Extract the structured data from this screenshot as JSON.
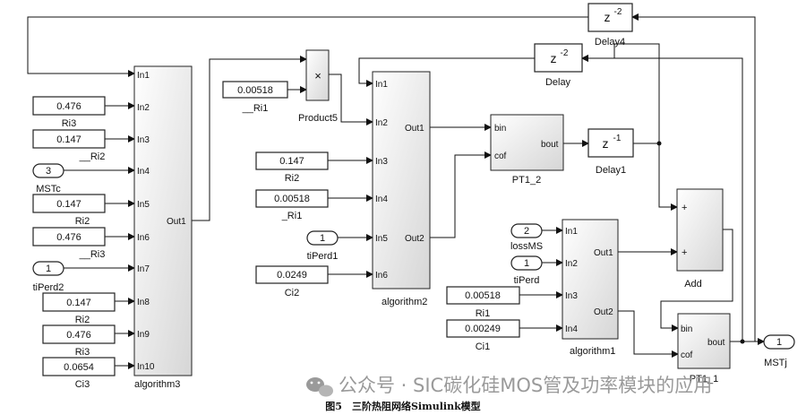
{
  "blocks": {
    "algorithm3": {
      "name": "algorithm3",
      "inports": [
        "In1",
        "In2",
        "In3",
        "In4",
        "In5",
        "In6",
        "In7",
        "In8",
        "In9",
        "In10"
      ],
      "outport": "Out1"
    },
    "algorithm2": {
      "name": "algorithm2",
      "inports": [
        "In1",
        "In2",
        "In3",
        "In4",
        "In5",
        "In6"
      ],
      "outports": [
        "Out1",
        "Out2"
      ]
    },
    "algorithm1": {
      "name": "algorithm1",
      "inports": [
        "In1",
        "In2",
        "In3",
        "In4"
      ],
      "outports": [
        "Out1",
        "Out2"
      ]
    },
    "pt1_2": {
      "name": "PT1_2",
      "inports": [
        "bin",
        "cof"
      ],
      "outport": "bout"
    },
    "pt1_1": {
      "name": "PT1_1",
      "inports": [
        "bin",
        "cof"
      ],
      "outport": "bout"
    },
    "product5": {
      "name": "Product5",
      "symbol": "×"
    },
    "add": {
      "name": "Add",
      "signs": [
        "+",
        "+"
      ]
    },
    "delay4": {
      "name": "Delay4",
      "base": "z",
      "exp": "-2"
    },
    "delay": {
      "name": "Delay",
      "base": "z",
      "exp": "-2"
    },
    "delay1": {
      "name": "Delay1",
      "base": "z",
      "exp": "-1"
    }
  },
  "constants": {
    "ri3_a": {
      "value": "0.476",
      "label": "Ri3"
    },
    "ri2_a": {
      "value": "0.147",
      "label": "__Ri2"
    },
    "ri2_b": {
      "value": "0.147",
      "label": "Ri2"
    },
    "ri3_b": {
      "value": "0.476",
      "label": "__Ri3"
    },
    "ri2_c": {
      "value": "0.147",
      "label": "Ri2"
    },
    "ri3_c": {
      "value": "0.476",
      "label": "Ri3"
    },
    "ci3": {
      "value": "0.0654",
      "label": "Ci3"
    },
    "ri1_a": {
      "value": "0.00518",
      "label": "__Ri1"
    },
    "ri2_d": {
      "value": "0.147",
      "label": "Ri2"
    },
    "ri1_b": {
      "value": "0.00518",
      "label": "_Ri1"
    },
    "ci2": {
      "value": "0.0249",
      "label": "Ci2"
    },
    "ri1_c": {
      "value": "0.00518",
      "label": "Ri1"
    },
    "ci1": {
      "value": "0.00249",
      "label": "Ci1"
    }
  },
  "ports": {
    "mstc": {
      "number": "3",
      "label": "MSTc"
    },
    "tiperd2": {
      "number": "1",
      "label": "tiPerd2"
    },
    "tiperd1": {
      "number": "1",
      "label": "tiPerd1"
    },
    "lossms": {
      "number": "2",
      "label": "lossMS"
    },
    "tiperd": {
      "number": "1",
      "label": "tiPerd"
    },
    "mstj": {
      "number": "1",
      "label": "MSTj"
    }
  },
  "watermark": "公众号 · SIC碳化硅MOS管及功率模块的应用",
  "caption": "图5　三阶热阻网络Simulink模型"
}
